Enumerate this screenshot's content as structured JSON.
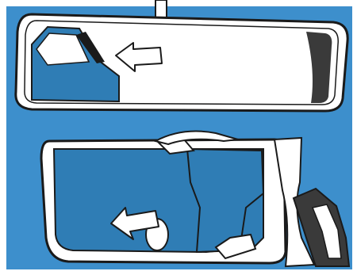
{
  "colors": {
    "background_blue": "#3d8fcc",
    "mirror_glass": "#ffffff",
    "reflection_blue": "#2f7db5",
    "outline": "#1a1a1a",
    "shade_gray": "#3a3a3a",
    "arrow_fill": "#ffffff"
  },
  "panels": [
    {
      "id": "rearview-mirror",
      "arrow_direction": "left",
      "reflection": "car-side-window"
    },
    {
      "id": "side-mirror",
      "arrow_direction": "left",
      "reflection": "car-interior-seat"
    }
  ]
}
